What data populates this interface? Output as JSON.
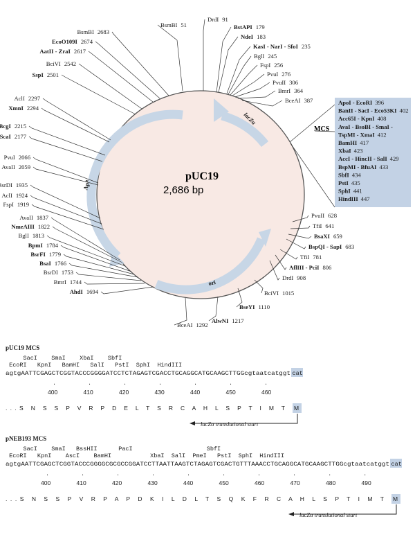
{
  "plasmid": {
    "name": "pUC19",
    "size": "2,686 bp",
    "genes": {
      "lacz": "lacZα",
      "ampr": "Apᴿ",
      "ori": "ori"
    },
    "sites": [
      {
        "label": "BsmBI",
        "pos": "51",
        "bold": false
      },
      {
        "label": "DrdI",
        "pos": "91",
        "bold": false
      },
      {
        "label": "BstAPI",
        "pos": "179",
        "bold": true
      },
      {
        "label": "NdeI",
        "pos": "183",
        "bold": true
      },
      {
        "label": "KasI - NarI - SfoI",
        "pos": "235",
        "bold": true
      },
      {
        "label": "BglI",
        "pos": "245",
        "bold": false
      },
      {
        "label": "FspI",
        "pos": "256",
        "bold": false
      },
      {
        "label": "PvuI",
        "pos": "276",
        "bold": false
      },
      {
        "label": "PvuII",
        "pos": "306",
        "bold": false
      },
      {
        "label": "BmrI",
        "pos": "364",
        "bold": false
      },
      {
        "label": "BceAI",
        "pos": "387",
        "bold": false
      },
      {
        "label": "PvuII",
        "pos": "628",
        "bold": false
      },
      {
        "label": "TfiI",
        "pos": "641",
        "bold": false
      },
      {
        "label": "BsaXI",
        "pos": "659",
        "bold": true
      },
      {
        "label": "BspQI - SapI",
        "pos": "683",
        "bold": true
      },
      {
        "label": "TfiI",
        "pos": "781",
        "bold": false
      },
      {
        "label": "AflIII - PciI",
        "pos": "806",
        "bold": true
      },
      {
        "label": "DrdI",
        "pos": "908",
        "bold": false
      },
      {
        "label": "BciVI",
        "pos": "1015",
        "bold": false
      },
      {
        "label": "BseYI",
        "pos": "1110",
        "bold": true
      },
      {
        "label": "AlwNI",
        "pos": "1217",
        "bold": true
      },
      {
        "label": "BceAI",
        "pos": "1292",
        "bold": false
      },
      {
        "label": "AhdI",
        "pos": "1694",
        "bold": true
      },
      {
        "label": "BmrI",
        "pos": "1744",
        "bold": false
      },
      {
        "label": "BsrDI",
        "pos": "1753",
        "bold": false
      },
      {
        "label": "BsaI",
        "pos": "1766",
        "bold": true
      },
      {
        "label": "BsrFI",
        "pos": "1779",
        "bold": true
      },
      {
        "label": "BpmI",
        "pos": "1784",
        "bold": true
      },
      {
        "label": "BglI",
        "pos": "1813",
        "bold": false
      },
      {
        "label": "NmeAIII",
        "pos": "1822",
        "bold": true
      },
      {
        "label": "AvaII",
        "pos": "1837",
        "bold": false
      },
      {
        "label": "FspI",
        "pos": "1919",
        "bold": false
      },
      {
        "label": "AclI",
        "pos": "1924",
        "bold": false
      },
      {
        "label": "BsrDI",
        "pos": "1935",
        "bold": false
      },
      {
        "label": "AvaII",
        "pos": "2059",
        "bold": false
      },
      {
        "label": "PvuI",
        "pos": "2066",
        "bold": false
      },
      {
        "label": "ScaI",
        "pos": "2177",
        "bold": true
      },
      {
        "label": "BcgI",
        "pos": "2215",
        "bold": true
      },
      {
        "label": "XmnI",
        "pos": "2294",
        "bold": true
      },
      {
        "label": "AclI",
        "pos": "2297",
        "bold": false
      },
      {
        "label": "SspI",
        "pos": "2501",
        "bold": true
      },
      {
        "label": "BciVI",
        "pos": "2542",
        "bold": false
      },
      {
        "label": "AatII - ZraI",
        "pos": "2617",
        "bold": true
      },
      {
        "label": "EcoO109I",
        "pos": "2674",
        "bold": true
      },
      {
        "label": "BsmBI",
        "pos": "2683",
        "bold": false
      }
    ],
    "mcs": {
      "title": "MCS",
      "items": [
        {
          "label": "ApoI - EcoRI",
          "pos": "396"
        },
        {
          "label": "BanII - SacI - Eco53KI",
          "pos": "402"
        },
        {
          "label": "Acc65I - KpnI",
          "pos": "408"
        },
        {
          "label": "AvaI - BsoBI - SmaI -",
          "pos": ""
        },
        {
          "label": "TspMI - XmaI",
          "pos": "412"
        },
        {
          "label": "BamHI",
          "pos": "417"
        },
        {
          "label": "XbaI",
          "pos": "423"
        },
        {
          "label": "AccI - HincII - SalI",
          "pos": "429"
        },
        {
          "label": "BspMI - BfuAI",
          "pos": "433"
        },
        {
          "label": "SbfI",
          "pos": "434"
        },
        {
          "label": "PstI",
          "pos": "435"
        },
        {
          "label": "SphI",
          "pos": "441"
        },
        {
          "label": "HindIII",
          "pos": "447"
        }
      ]
    }
  },
  "puc19_mcs": {
    "title": "pUC19 MCS",
    "enz_row1": "     SacI    SmaI    XbaI    SbfI",
    "enz_row2": " EcoRI   KpnI   BamHI   SalI   PstI  SphI  HindIII",
    "seq": "agtgAATTCGAGCTCGGTACCCGGGGATCCTCTAGAGTCGACCTGCAGGCATGCAAGCTTGGcgtaatcatggt",
    "codon": "cat",
    "dots": ".         .         .         .         .         .         .",
    "ticks": [
      "400",
      "410",
      "420",
      "430",
      "440",
      "450",
      "460"
    ],
    "aa": "...S  N  S  S  P  V  R  P  D  E  L  T  S  R  C  A  H  L  S  P  T  I  M  T",
    "aa_last": "M",
    "start": "lacZα translational start"
  },
  "pneb193_mcs": {
    "title": "pNEB193 MCS",
    "enz_row1": "     SacI    SmaI   BssHII      PacI                     SbfI",
    "enz_row2": " EcoRI   KpnI    AscI    BamHI           XbaI  SalI  PmeI   PstI  SphI  HindIII",
    "seq": "agtgAATTCGAGCTCGGTACCCGGGGCGCGCCGGATCCTTAATTAAGTCTAGAGTCGACTGTTTAAACCTGCAGGCATGCAAGCTTGGcgtaatcatggt",
    "codon": "cat",
    "dots": ".         .         .         .         .         .         .         .         .         .",
    "ticks": [
      "400",
      "410",
      "420",
      "430",
      "440",
      "450",
      "460",
      "470",
      "480",
      "490"
    ],
    "aa": "...S  N  S  S  P  V  R  P  A  P  D  K  I  L  D  L  T  S  Q  K  F  R  C  A  H  L  S  P  T  I  M  T",
    "aa_last": "M",
    "start": "lacZα translational start"
  },
  "colors": {
    "circle_fill": "#f8e9e4",
    "feature": "#c7d6e6",
    "mcs_box": "#c3d2e5",
    "line": "#333333"
  }
}
